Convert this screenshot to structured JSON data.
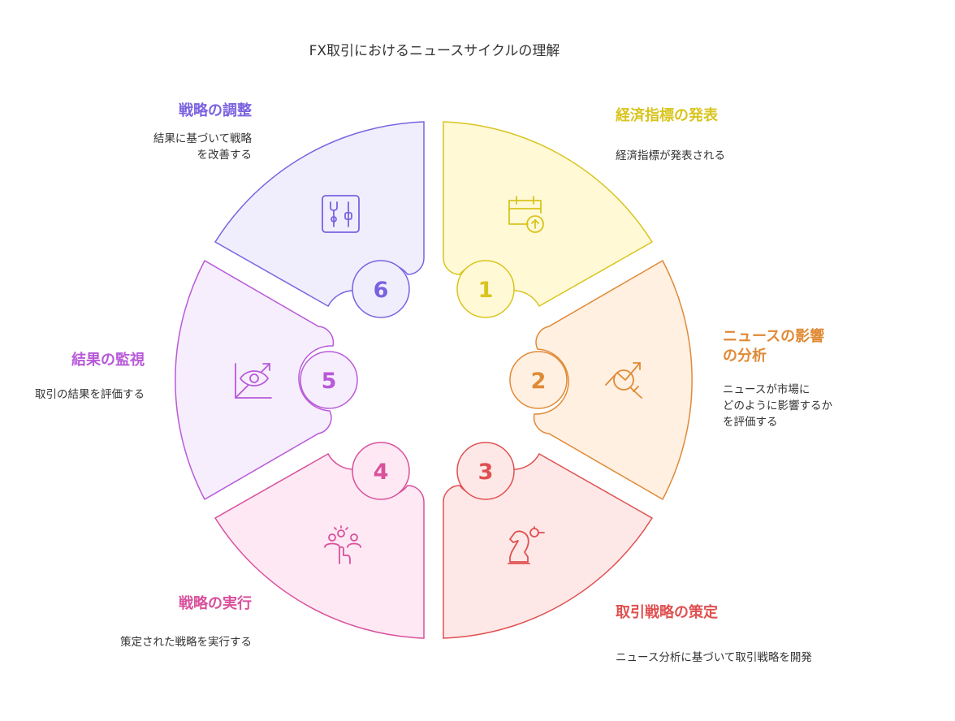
{
  "title": "FX取引におけるニュースサイクルの理解",
  "stages": [
    {
      "number": "1",
      "title": "経済指標の発表",
      "title_lines": [
        "経済指標の発表"
      ],
      "description_lines": [
        "経済指標が発表される"
      ],
      "icon": "calendar-upload-icon",
      "color": "#d9c41e",
      "fill": "#fff9d6"
    },
    {
      "number": "2",
      "title": "ニュースの影響の分析",
      "title_lines": [
        "ニュースの影響",
        "の分析"
      ],
      "description_lines": [
        "ニュースが市場に",
        "どのように影響するか",
        "を評価する"
      ],
      "icon": "trend-magnify-icon",
      "color": "#e08a36",
      "fill": "#fff0e1"
    },
    {
      "number": "3",
      "title": "取引戦略の策定",
      "title_lines": [
        "取引戦略の策定"
      ],
      "description_lines": [
        "ニュース分析に基づいて取引戦略を開発"
      ],
      "icon": "chess-knight-icon",
      "color": "#e05050",
      "fill": "#fde8e7"
    },
    {
      "number": "4",
      "title": "戦略の実行",
      "title_lines": [
        "戦略の実行"
      ],
      "description_lines": [
        "策定された戦略を実行する"
      ],
      "icon": "team-tap-icon",
      "color": "#d9509c",
      "fill": "#fde8f3"
    },
    {
      "number": "5",
      "title": "結果の監視",
      "title_lines": [
        "結果の監視"
      ],
      "description_lines": [
        "取引の結果を評価する"
      ],
      "icon": "eye-chart-icon",
      "color": "#b85ad9",
      "fill": "#f7eefd"
    },
    {
      "number": "6",
      "title": "戦略の調整",
      "title_lines": [
        "戦略の調整"
      ],
      "description_lines": [
        "結果に基づいて戦略",
        "を改善する"
      ],
      "icon": "tools-toggle-icon",
      "color": "#7b62e0",
      "fill": "#f0eefd"
    }
  ]
}
